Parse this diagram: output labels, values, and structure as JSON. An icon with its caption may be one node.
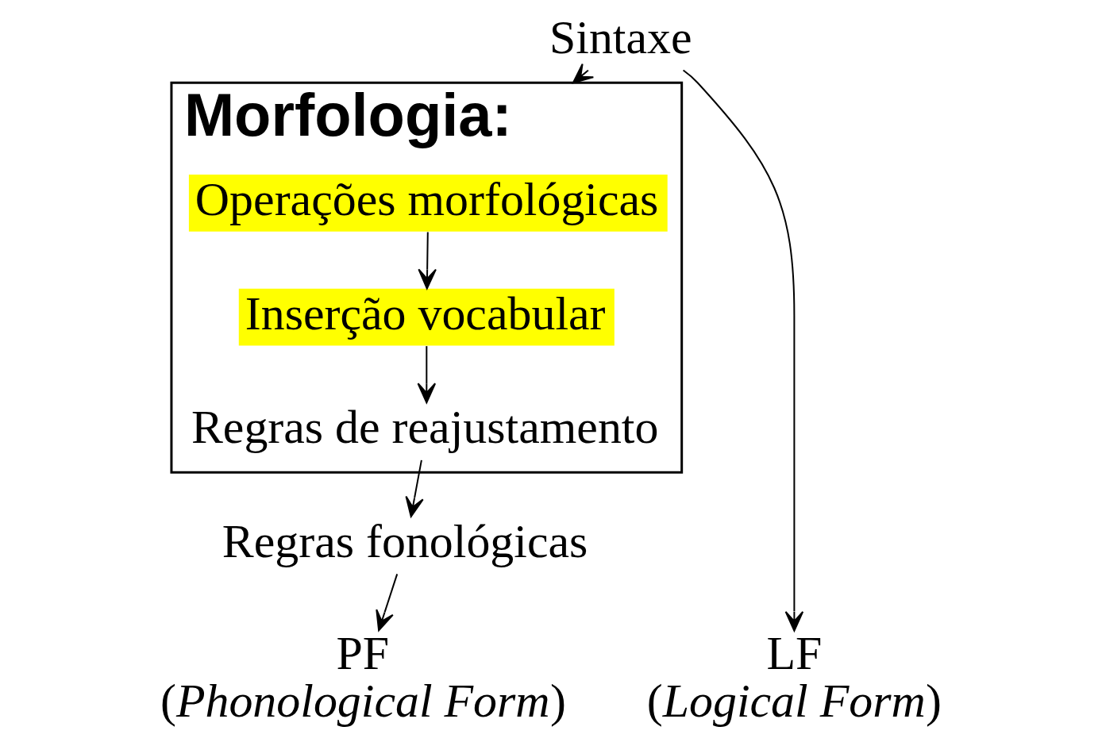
{
  "diagram": {
    "nodes": [
      {
        "text": [
          "Sintaxe"
        ]
      },
      {
        "text": [
          "Morfologia:"
        ]
      },
      {
        "text": [
          "Operações morfológicas"
        ],
        "in": 1
      },
      {
        "text": [
          "Inserção vocabular"
        ],
        "in": 1
      },
      {
        "text": [
          "Regras de reajustamento"
        ],
        "in": 1
      },
      {
        "text": [
          "Regras fonológicas"
        ]
      },
      {
        "text": [
          "PF",
          "(*Phonological Form*)"
        ]
      },
      {
        "text": [
          "LF",
          "(*Logical Form*)"
        ]
      }
    ],
    "edges": [
      {
        "from": 0,
        "to": 1,
        "arrow": "to"
      },
      {
        "from": 0,
        "to": 7,
        "arrow": "to"
      },
      {
        "from": 2,
        "to": 3,
        "arrow": "to"
      },
      {
        "from": 3,
        "to": 4,
        "arrow": "to"
      },
      {
        "from": 4,
        "to": 5,
        "arrow": "to"
      },
      {
        "from": 5,
        "to": 6,
        "arrow": "to"
      }
    ]
  }
}
